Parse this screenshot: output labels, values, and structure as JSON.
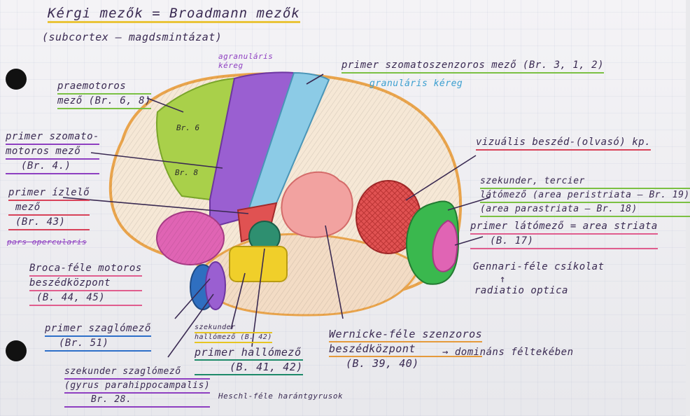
{
  "title": "Kérgi mezők = Broadmann mezők",
  "subtitle": "(subcortex – magdsmintázat)",
  "regions": {
    "br6": "Br. 6",
    "br8": "Br. 8"
  },
  "labels": {
    "agranular": [
      "agranuláris",
      "kéreg"
    ],
    "granular": "granuláris kéreg",
    "primer_szomato": "primer szomatoszenzoros mező (Br. 3, 1, 2)",
    "praemotoros": [
      "praemotoros",
      "mező (Br. 6, 8)"
    ],
    "primer_szomatomotoros": [
      "primer szomato-",
      "motoros mező",
      "(Br. 4.)"
    ],
    "primer_izlelo": [
      "primer ízlelő",
      "mező",
      "(Br. 43)"
    ],
    "pars_opercularis": "pars opercularis",
    "broca": [
      "Broca-féle motoros",
      "beszédközpont",
      "(B. 44, 45)"
    ],
    "primer_szaglo": [
      "primer szaglómező",
      "(Br. 51)"
    ],
    "szekunder_szaglo": [
      "szekunder szaglómező",
      "(gyrus parahippocampalis)",
      "Br. 28."
    ],
    "szekunder_hallo": [
      "szekunder",
      "hallómező (B. 42)"
    ],
    "primer_hallo": [
      "primer hallómező",
      "(B. 41, 42)"
    ],
    "heschl": "Heschl-féle harántgyrusok",
    "wernicke": [
      "Wernicke-féle szenzoros",
      "beszédközpont",
      "(B. 39, 40)"
    ],
    "dominans": "→ domináns féltekében",
    "vizualis": "vizuális beszéd-(olvasó) kp.",
    "szekunder_latomezo": [
      "szekunder, tercier",
      "látómező (area peristriata – Br. 19)",
      "(area parastriata – Br. 18)"
    ],
    "primer_latomezo": [
      "primer látómező = area striata",
      "(B. 17)"
    ],
    "gennari": "Gennari-féle csíkolat",
    "arrow_up": "↑",
    "radiatio": "radiatio optica"
  },
  "colors": {
    "ink": "#3a2a52",
    "green": "#a9d04a",
    "purple": "#9a5fd1",
    "blue": "#8ccbe6",
    "orange": "#e6a86a",
    "pink": "#f2a2a0",
    "red": "#e05252",
    "yellow": "#f0cf2a",
    "magenta": "#e064b4",
    "darkblue": "#2f6fc0",
    "teal": "#2e8f70"
  }
}
